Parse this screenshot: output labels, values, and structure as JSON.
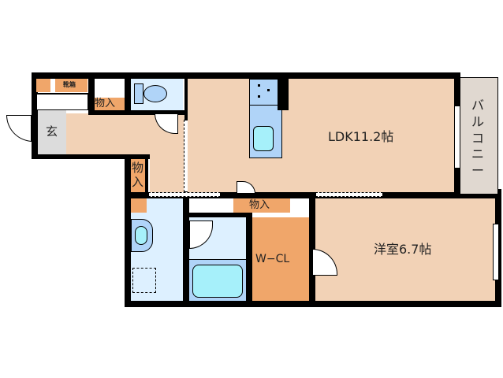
{
  "floorplan": {
    "colors": {
      "wall": "#000000",
      "floor": "#f2d2b6",
      "entrance": "#dcdcdc",
      "storage": "#f0a66a",
      "wet": "#ddf0ff",
      "fixture": "#a6f0fa",
      "balcony": "#e0d8d0"
    },
    "rooms": {
      "ldk": {
        "label": "LDK11.2帖"
      },
      "western": {
        "label": "洋室6.7帖"
      },
      "walkin_closet": {
        "label": "W−CL"
      },
      "entrance": {
        "label": "玄"
      },
      "shoe_box": {
        "label": "靴箱"
      },
      "storage_top": {
        "label": "物入"
      },
      "storage_mid": {
        "label": "物入"
      },
      "storage_side": {
        "label": "物入"
      },
      "balcony": {
        "label": "バルコニー"
      }
    }
  }
}
